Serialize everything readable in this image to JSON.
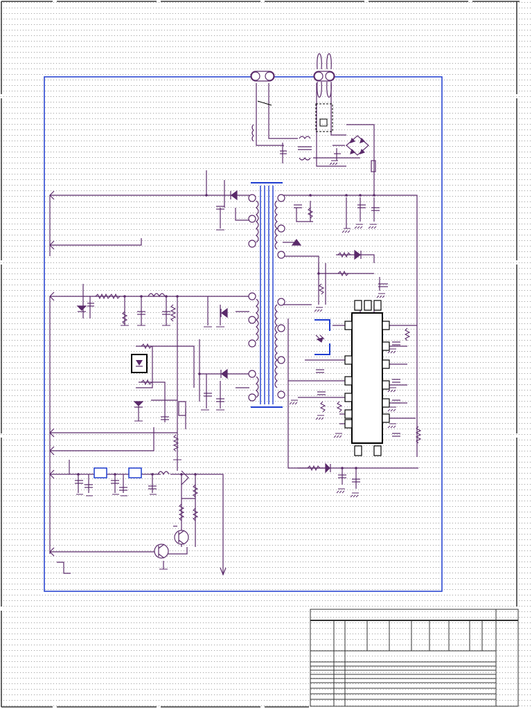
{
  "document": {
    "type": "electrical-schematic",
    "colors": {
      "background": "#ffffff",
      "grid_dot": "#9a9a9a",
      "wire": "#5a2a6a",
      "component": "#5a2a6a",
      "border": "#1e3ccf",
      "highlight": "#1e3ccf",
      "ic_body": "#000000",
      "title_block": "#333333"
    },
    "sections": [
      "input-ac-connectors",
      "emi-filter",
      "bridge-rectifier",
      "flyback-transformer",
      "secondary-outputs",
      "pwm-controller-ic",
      "optocoupler-feedback",
      "standby-regulator",
      "switching-transistors",
      "title-block"
    ],
    "labels": []
  }
}
